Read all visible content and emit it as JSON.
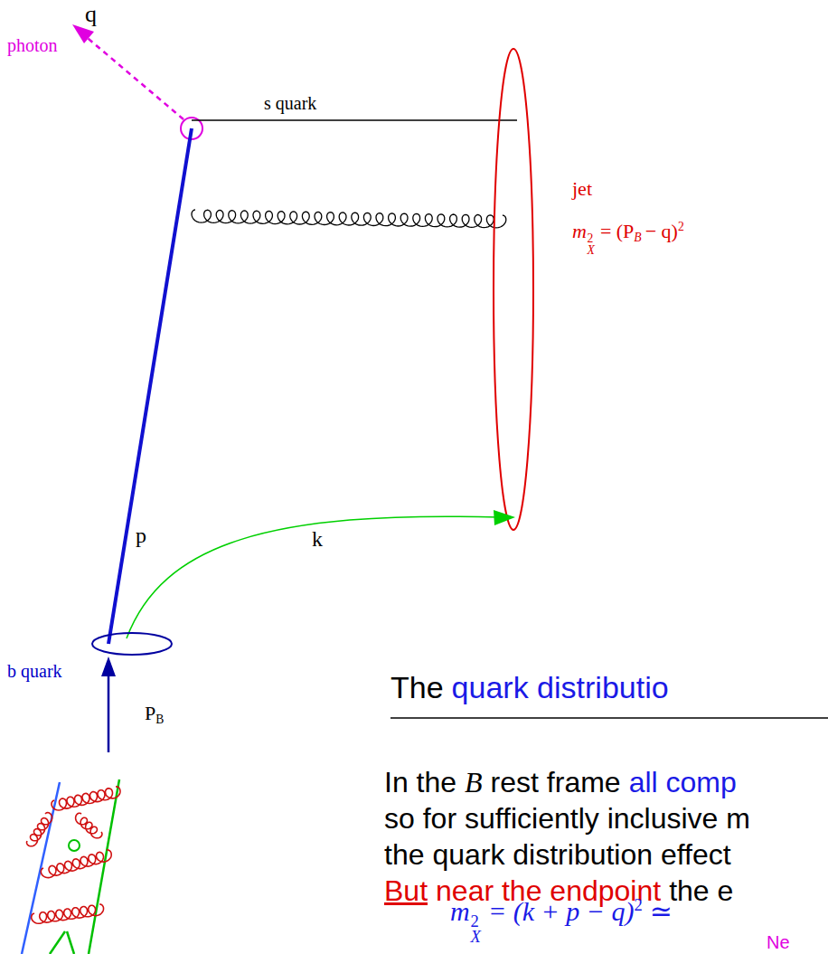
{
  "diagram": {
    "labels": [
      "q",
      "photon",
      "s quark",
      "jet",
      "m",
      "2",
      "X",
      "= (P",
      "B",
      "− q)",
      "2",
      "p",
      "k",
      "b quark",
      "P",
      "B",
      "The",
      "quark distributio",
      "In the",
      "B",
      "rest frame",
      "all comp",
      "so for sufficiently inclusive m",
      "the quark distribution effect",
      "But",
      "near the endpoint",
      "the e",
      "m",
      "2",
      "X",
      "= (k + p − q)",
      "2",
      "≃",
      "Ne"
    ]
  }
}
